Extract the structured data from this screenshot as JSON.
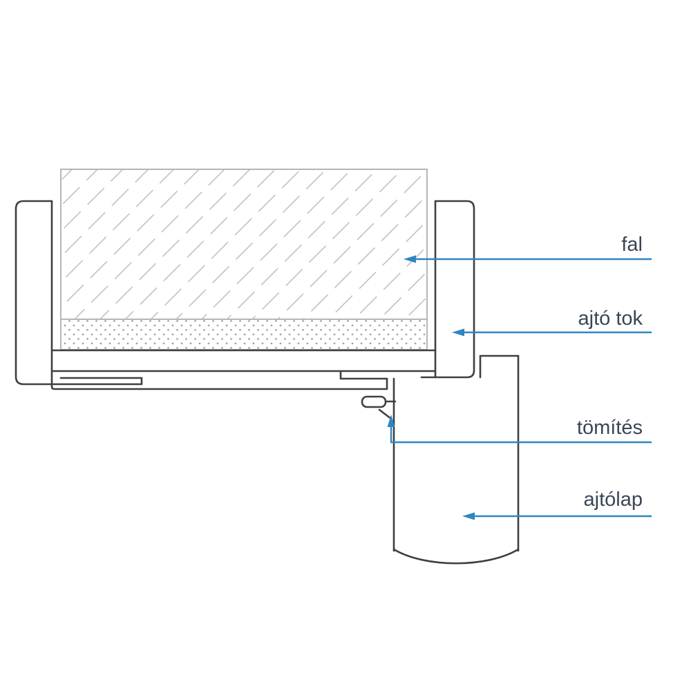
{
  "diagram": {
    "type": "door-frame-cross-section",
    "labels": {
      "wall": "fal",
      "frame": "ajtó tok",
      "seal": "tömítés",
      "door_leaf": "ajtólap"
    },
    "colors": {
      "arrow": "#2e86c1",
      "line_art": "#3f3f3f",
      "light_line": "#b5b5b5",
      "label_text": "#3a4656",
      "background": "#ffffff"
    }
  }
}
